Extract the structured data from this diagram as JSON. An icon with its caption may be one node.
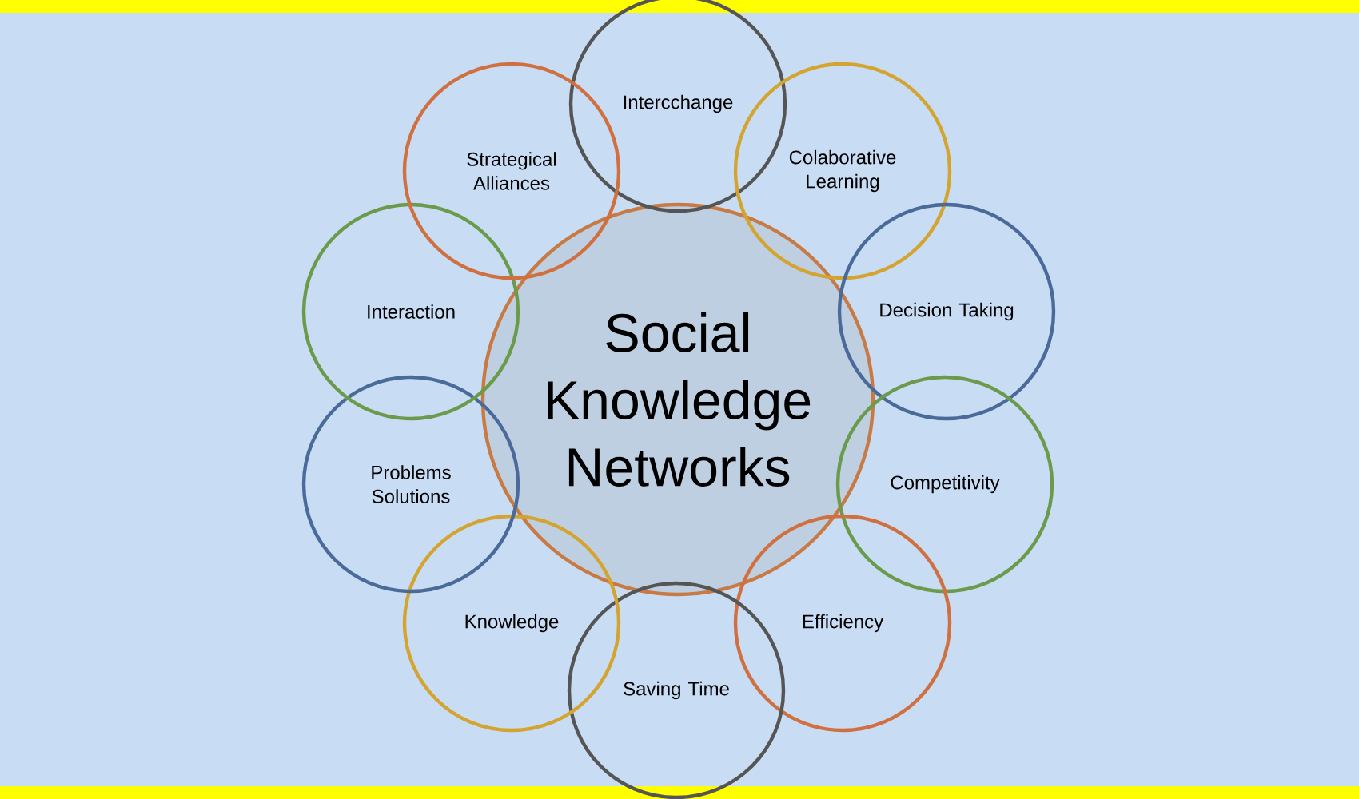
{
  "diagram": {
    "nodes": [
      {
        "text": [
          "Social Knowledge Networks"
        ]
      },
      {
        "text": [
          "Intercchange"
        ]
      },
      {
        "text": [
          "Colaborative Learning"
        ]
      },
      {
        "text": [
          "Decision Taking"
        ]
      },
      {
        "text": [
          "Competitivity"
        ]
      },
      {
        "text": [
          "Efficiency"
        ]
      },
      {
        "text": [
          "Saving Time"
        ]
      },
      {
        "text": [
          "Knowledge"
        ]
      },
      {
        "text": [
          "Problems Solutions"
        ]
      },
      {
        "text": [
          "Interaction"
        ]
      },
      {
        "text": [
          "Strategical Alliances"
        ]
      }
    ]
  }
}
